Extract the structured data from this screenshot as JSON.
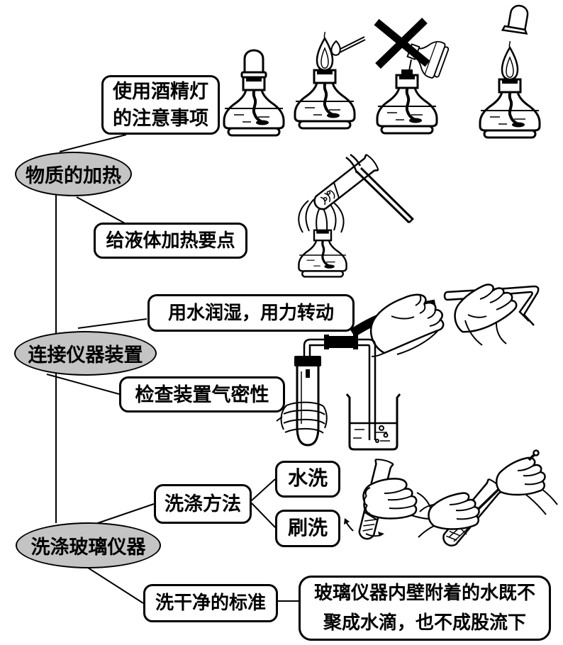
{
  "colors": {
    "node_fill": "#c4c4c4",
    "stroke": "#000000",
    "box_fill": "#ffffff",
    "background": "#ffffff"
  },
  "nodes": {
    "heating": "物质的加热",
    "connecting": "连接仪器装置",
    "washing": "洗涤玻璃仪器"
  },
  "boxes": {
    "alcohol1": "使用酒精灯",
    "alcohol2": "的注意事项",
    "heat_liquid": "给液体加热要点",
    "wet_rotate": "用水润湿，用力转动",
    "airtight": "检查装置气密性",
    "wash_method": "洗涤方法",
    "water": "水洗",
    "brush": "刷洗",
    "standard": "洗干净的标准",
    "standard1": "玻璃仪器内壁附着的水既不",
    "standard2": "聚成水滴，也不成股流下"
  },
  "illustrations": [
    "alcohol-lamp-with-cap",
    "lighting-lamp-with-match",
    "forbidden-pouring-alcohol-crossed-out",
    "burning-lamp-with-cap-aside",
    "heating-test-tube-over-lamp",
    "hands-connecting-rubber-and-glass-tube",
    "airtightness-check-apparatus",
    "shaking-test-tube-with-water",
    "brushing-test-tube"
  ]
}
